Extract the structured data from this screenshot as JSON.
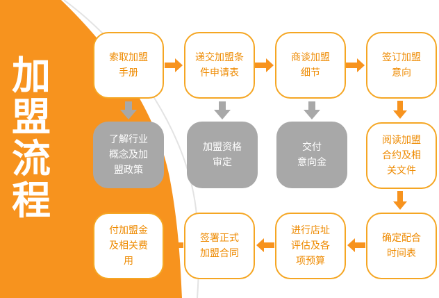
{
  "title": {
    "chars": [
      "加",
      "盟",
      "流",
      "程"
    ],
    "background_color": "#f7931e",
    "text_color": "#ffffff"
  },
  "colors": {
    "primary": "#f7931e",
    "step_border": "#f5a623",
    "step_text": "#ee8a00",
    "side_box": "#a8a8a8",
    "side_text": "#ffffff"
  },
  "steps": [
    {
      "label": "索取加盟\n手册"
    },
    {
      "label": "递交加盟条\n件申请表"
    },
    {
      "label": "商谈加盟\n细节"
    },
    {
      "label": "签订加盟\n意向"
    },
    {
      "label": "阅读加盟\n合约及相\n关文件"
    },
    {
      "label": "确定配合\n时间表"
    },
    {
      "label": "进行店址\n评估及各\n项预算"
    },
    {
      "label": "签署正式\n加盟合同"
    },
    {
      "label": "付加盟金\n及相关费\n用"
    }
  ],
  "side_notes": [
    {
      "label": "了解行业\n概念及加\n盟政策"
    },
    {
      "label": "加盟资格\n审定"
    },
    {
      "label": "交付\n意向金"
    }
  ]
}
